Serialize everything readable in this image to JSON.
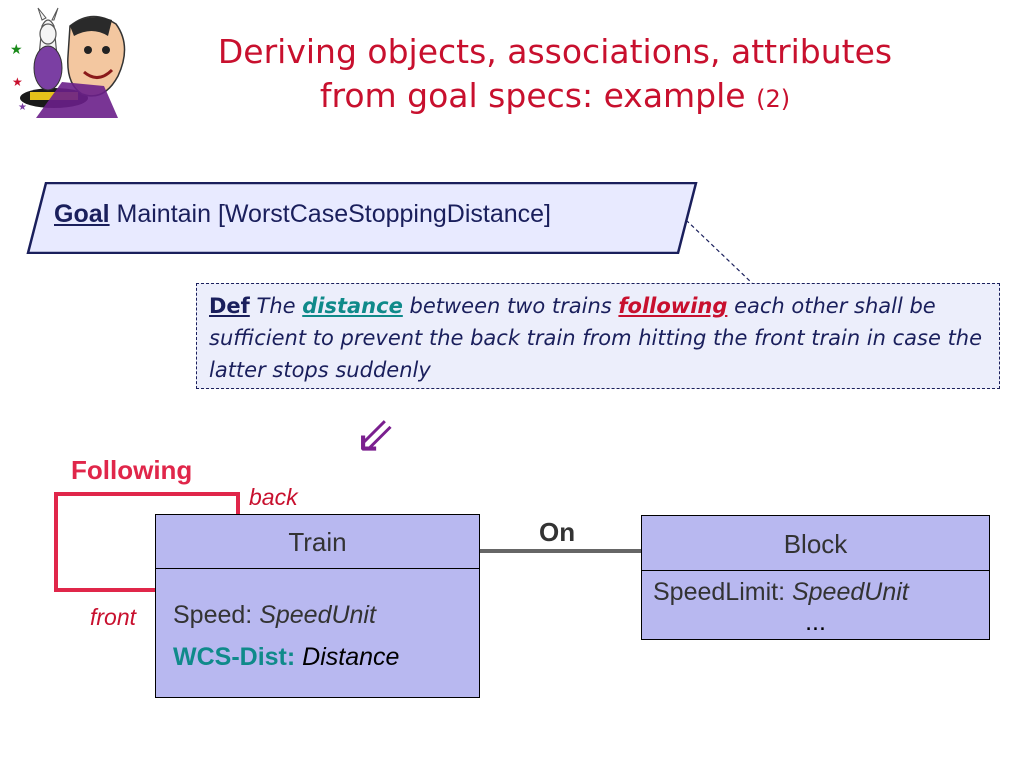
{
  "title": {
    "line1": "Deriving objects, associations, attributes",
    "line2": "from goal specs:  example",
    "suffix": "(2)"
  },
  "goal": {
    "keyword": "Goal",
    "text": " Maintain [WorstCaseStoppingDistance]"
  },
  "definition": {
    "keyword": "Def",
    "t1": " The ",
    "distance": "distance",
    "t2": " between two trains ",
    "following": "following",
    "t3": " each other shall be sufficient to prevent the back train from hitting the front train in case the latter stops suddenly"
  },
  "diagram": {
    "derivation_arrow": "⇙",
    "train": {
      "name": "Train",
      "attr1_name": "Speed: ",
      "attr1_type": "SpeedUnit",
      "attr2_name": "WCS-Dist: ",
      "attr2_type": "Distance"
    },
    "block": {
      "name": "Block",
      "attr1_name": "SpeedLimit: ",
      "attr1_type": "SpeedUnit",
      "ellipsis": "..."
    },
    "on_association": "On",
    "following_association": "Following",
    "role_back": "back",
    "role_front": "front"
  },
  "colors": {
    "title_red": "#c8102e",
    "navy": "#1a1f5c",
    "teal": "#0f8a8a",
    "class_fill": "#b8b8f0",
    "goal_fill": "#e8eaff",
    "def_fill": "#eceefb",
    "arrow_purple": "#7a1f8f"
  }
}
